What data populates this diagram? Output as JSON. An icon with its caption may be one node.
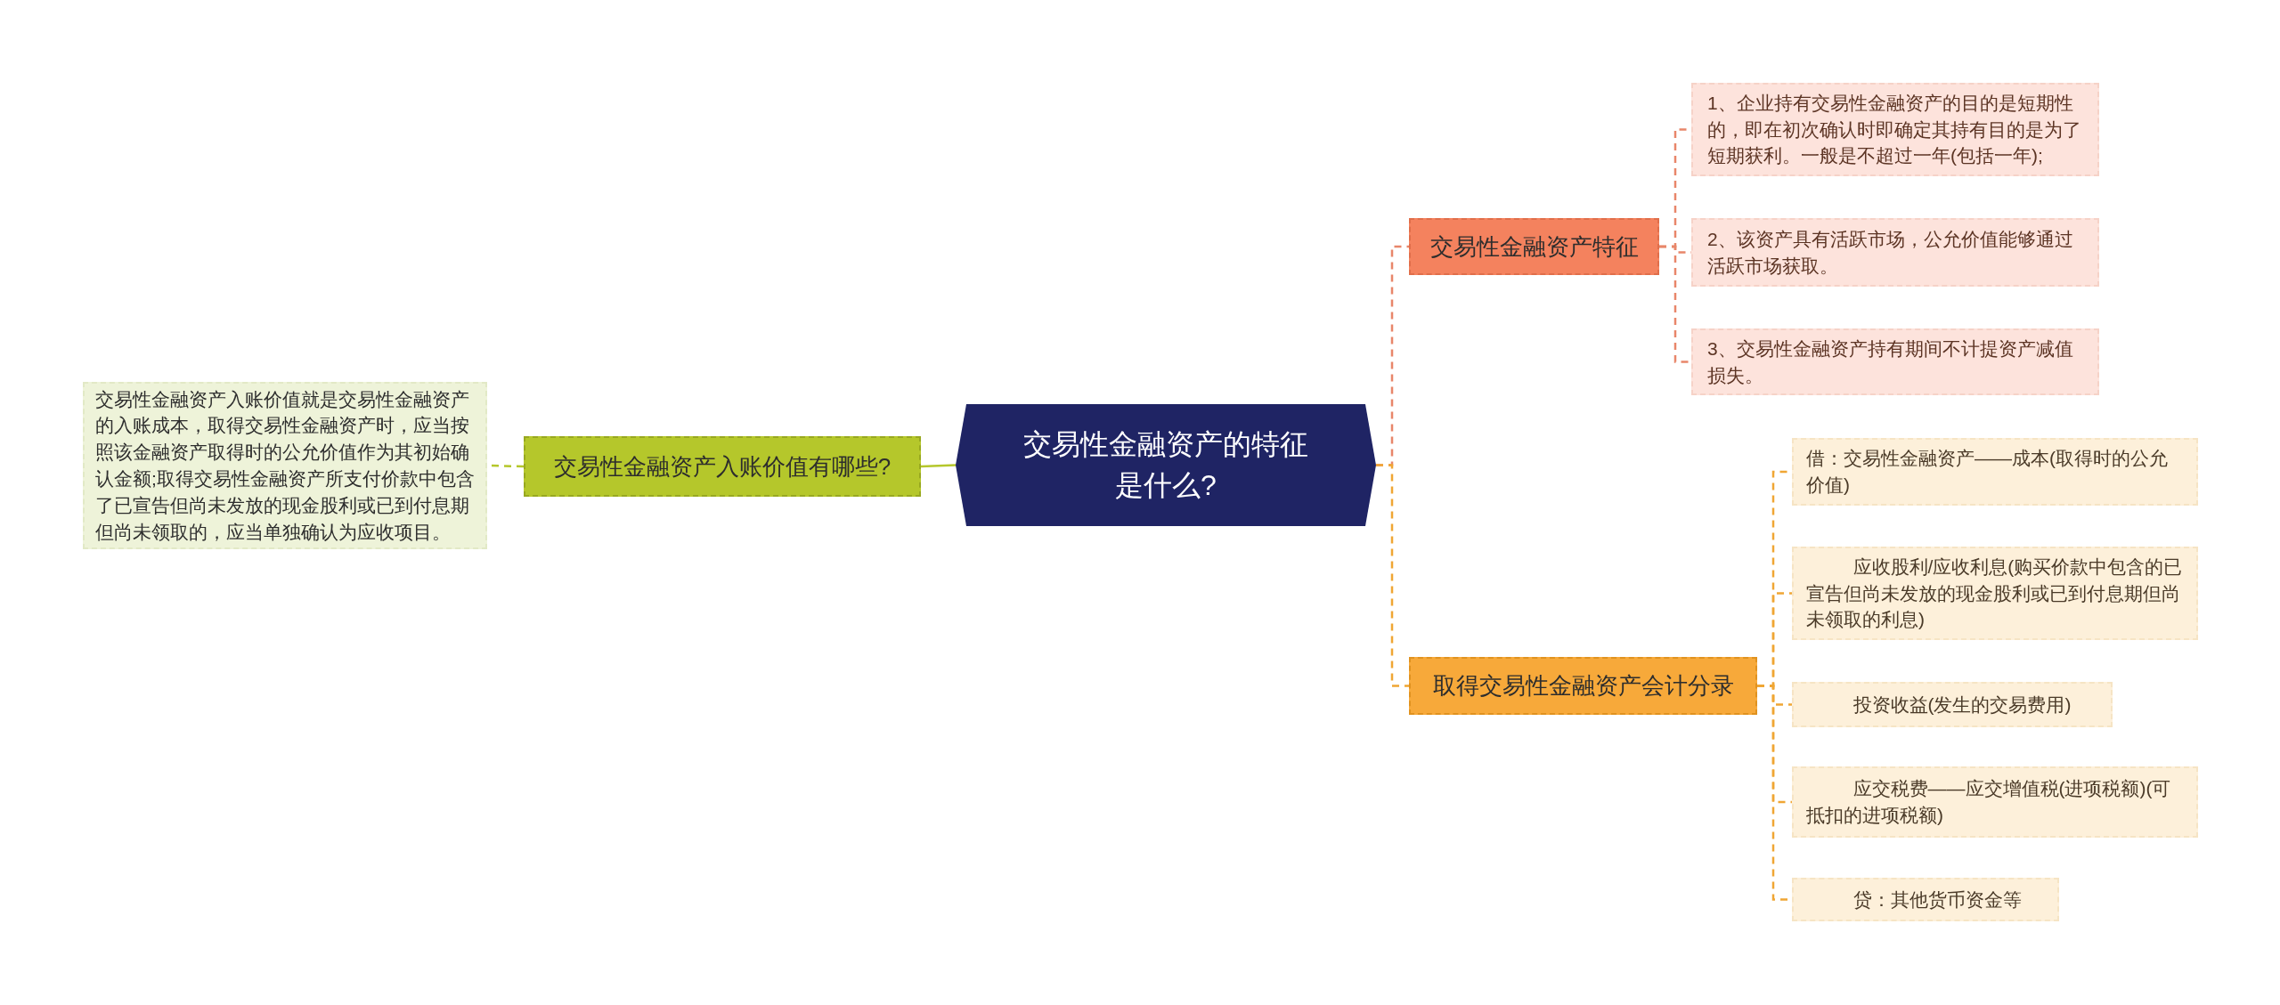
{
  "diagram": {
    "nodes": [
      {
        "text": [
          "交易性金融资产的特征是什么?"
        ]
      },
      {
        "text": [
          "交易性金融资产入账价值有哪些?"
        ]
      },
      {
        "text": [
          "交易性金融资产入账价值就是交易性金融资产的入账成本，取得交易性金融资产时，应当按照该金融资产取得时的公允价值作为其初始确认金额;取得交易性金融资产所支付价款中包含了已宣告但尚未发放的现金股利或已到付息期但尚未领取的，应当单独确认为应收项目。"
        ]
      },
      {
        "text": [
          "交易性金融资产特征"
        ]
      },
      {
        "text": [
          "1、企业持有交易性金融资产的目的是短期性的，即在初次确认时即确定其持有目的是为了短期获利。一般是不超过一年(包括一年);"
        ]
      },
      {
        "text": [
          "2、该资产具有活跃市场，公允价值能够通过活跃市场获取。"
        ]
      },
      {
        "text": [
          "3、交易性金融资产持有期间不计提资产减值损失。"
        ]
      },
      {
        "text": [
          "取得交易性金融资产会计分录"
        ]
      },
      {
        "text": [
          "借：交易性金融资产——成本(取得时的公允价值)"
        ]
      },
      {
        "text": [
          "应收股利/应收利息(购买价款中包含的已宣告但尚未发放的现金股利或已到付息期但尚未领取的利息)"
        ]
      },
      {
        "text": [
          "投资收益(发生的交易费用)"
        ]
      },
      {
        "text": [
          "应交税费——应交增值税(进项税额)(可抵扣的进项税额)"
        ]
      },
      {
        "text": [
          "贷：其他货币资金等"
        ]
      }
    ],
    "edges": [
      {
        "from": 0,
        "to": 1,
        "arrow": "none",
        "color": "#b5c72b"
      },
      {
        "from": 1,
        "to": 2,
        "arrow": "none",
        "style": "dashed",
        "color": "#b5c72b"
      },
      {
        "from": 0,
        "to": 3,
        "arrow": "none",
        "style": "dashed",
        "color": "#e8866a"
      },
      {
        "from": 3,
        "to": 4,
        "arrow": "none",
        "style": "dashed",
        "color": "#e8866a"
      },
      {
        "from": 3,
        "to": 5,
        "arrow": "none",
        "style": "dashed",
        "color": "#e8866a"
      },
      {
        "from": 3,
        "to": 6,
        "arrow": "none",
        "style": "dashed",
        "color": "#e8866a"
      },
      {
        "from": 0,
        "to": 7,
        "arrow": "none",
        "style": "dashed",
        "color": "#f0a634"
      },
      {
        "from": 7,
        "to": 8,
        "arrow": "none",
        "style": "dashed",
        "color": "#f0a634"
      },
      {
        "from": 7,
        "to": 9,
        "arrow": "none",
        "style": "dashed",
        "color": "#f0a634"
      },
      {
        "from": 7,
        "to": 10,
        "arrow": "none",
        "style": "dashed",
        "color": "#f0a634"
      },
      {
        "from": 7,
        "to": 11,
        "arrow": "none",
        "style": "dashed",
        "color": "#f0a634"
      },
      {
        "from": 7,
        "to": 12,
        "arrow": "none",
        "style": "dashed",
        "color": "#f0a634"
      }
    ]
  }
}
